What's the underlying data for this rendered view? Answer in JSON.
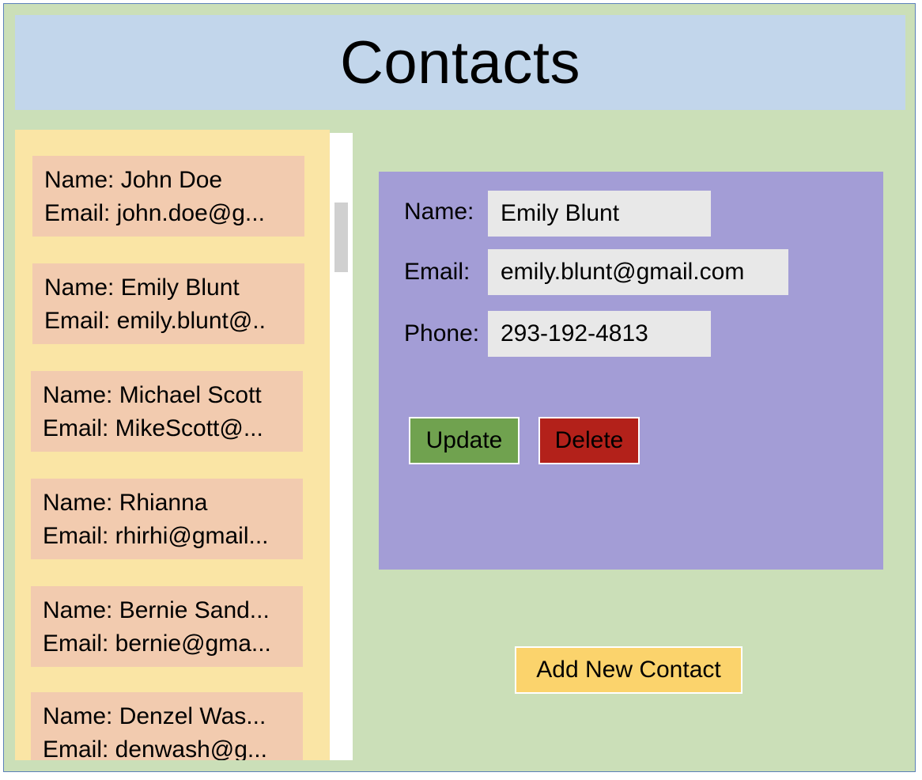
{
  "header": {
    "title": "Contacts"
  },
  "contacts": [
    {
      "name_line": "Name: John Doe",
      "email_line": "Email: john.doe@g..."
    },
    {
      "name_line": "Name: Emily Blunt",
      "email_line": "Email: emily.blunt@.."
    },
    {
      "name_line": "Name: Michael Scott",
      "email_line": "Email: MikeScott@..."
    },
    {
      "name_line": "Name: Rhianna",
      "email_line": "Email: rhirhi@gmail..."
    },
    {
      "name_line": "Name: Bernie Sand...",
      "email_line": "Email: bernie@gma..."
    },
    {
      "name_line": "Name: Denzel Was...",
      "email_line": "Email: denwash@g..."
    }
  ],
  "detail": {
    "name_label": "Name:",
    "name_value": "Emily Blunt",
    "email_label": "Email:",
    "email_value": "emily.blunt@gmail.com",
    "phone_label": "Phone:",
    "phone_value": "293-192-4813",
    "update_label": "Update",
    "delete_label": "Delete"
  },
  "actions": {
    "add_label": "Add New Contact"
  },
  "colors": {
    "page_background": "#cbdfb8",
    "header_background": "#c2d6eb",
    "list_background": "#fae5a5",
    "card_background": "#f2cbaf",
    "detail_background": "#a39dd6",
    "update_button": "#70a24f",
    "delete_button": "#b3211a",
    "add_button": "#fbd36c"
  }
}
